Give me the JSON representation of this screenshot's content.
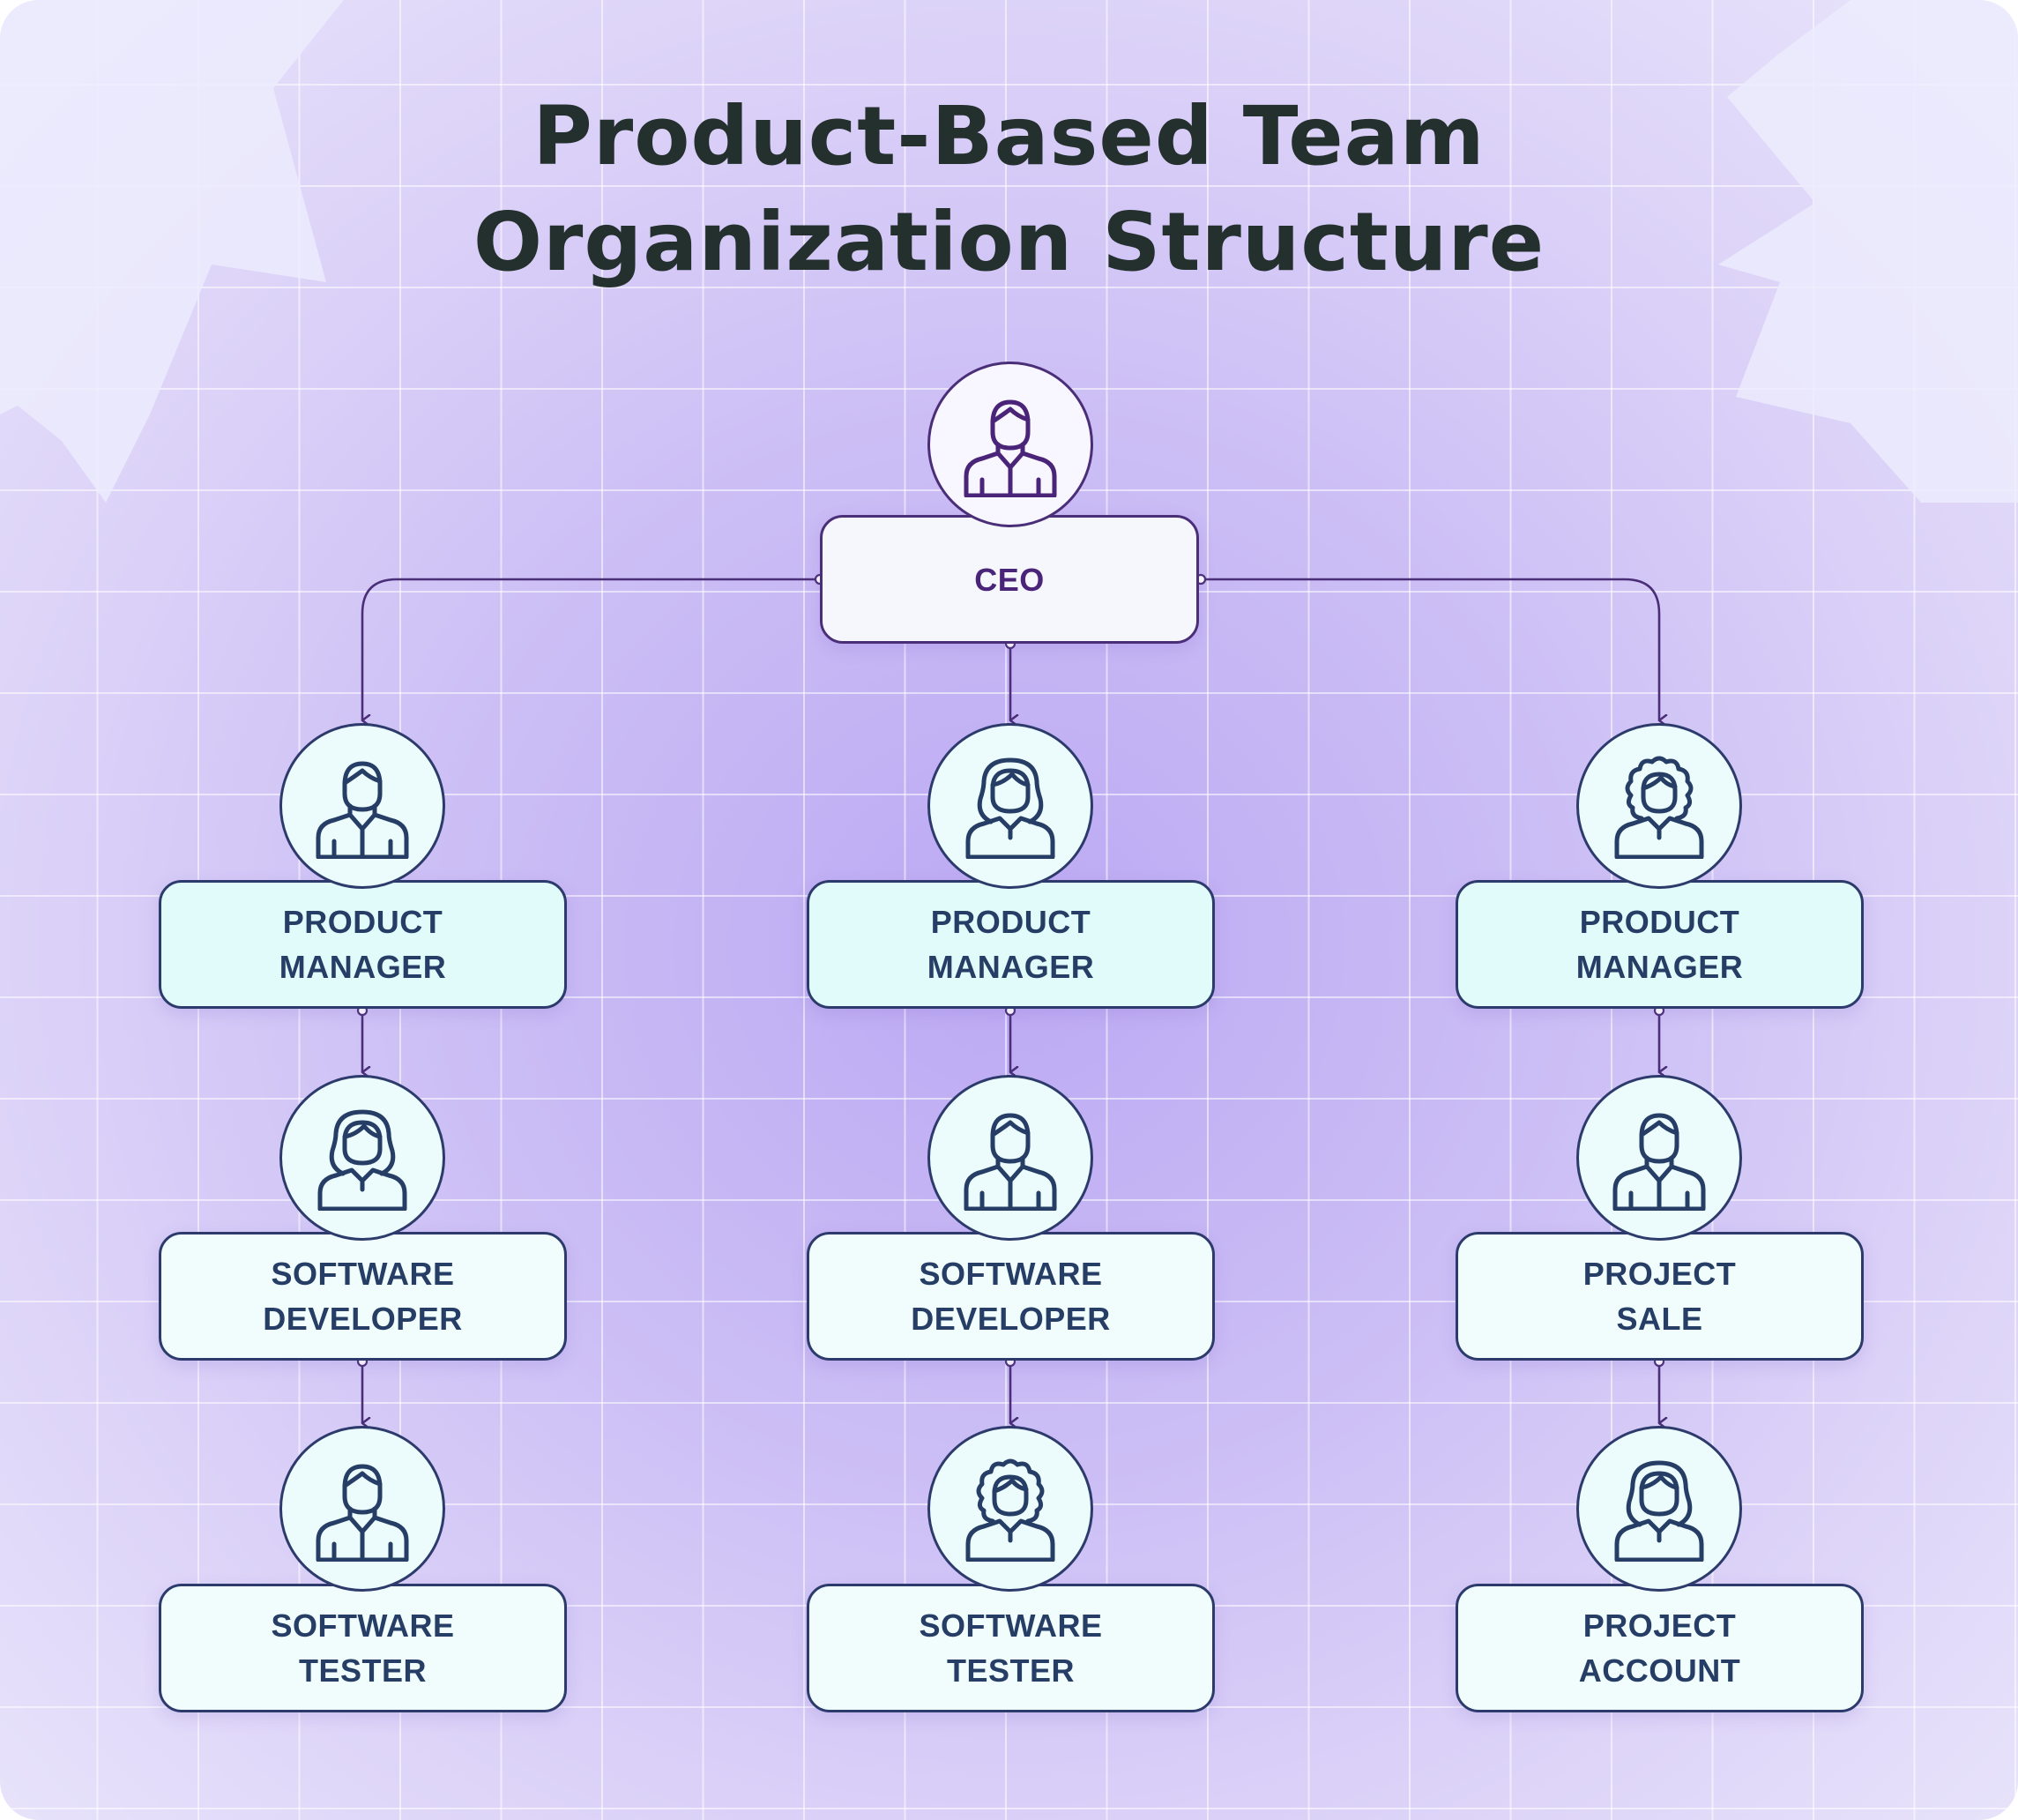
{
  "title": {
    "line1": "Product-Based Team",
    "line2": "Organization Structure"
  },
  "colors": {
    "line": "#4a2f78",
    "text": "#263e66",
    "ceo_text": "#4a2478",
    "title": "#23302d"
  },
  "ceo": {
    "label": "CEO",
    "icon": "man-icon"
  },
  "columns": [
    {
      "manager": {
        "line1": "PRODUCT",
        "line2": "MANAGER",
        "icon": "man-icon"
      },
      "member1": {
        "line1": "SOFTWARE",
        "line2": "DEVELOPER",
        "icon": "woman-long-hair-icon"
      },
      "member2": {
        "line1": "SOFTWARE",
        "line2": "TESTER",
        "icon": "man-icon"
      }
    },
    {
      "manager": {
        "line1": "PRODUCT",
        "line2": "MANAGER",
        "icon": "woman-long-hair-icon"
      },
      "member1": {
        "line1": "SOFTWARE",
        "line2": "DEVELOPER",
        "icon": "man-icon"
      },
      "member2": {
        "line1": "SOFTWARE",
        "line2": "TESTER",
        "icon": "woman-curly-hair-icon"
      }
    },
    {
      "manager": {
        "line1": "PRODUCT",
        "line2": "MANAGER",
        "icon": "woman-curly-hair-icon"
      },
      "member1": {
        "line1": "PROJECT",
        "line2": "SALE",
        "icon": "man-icon"
      },
      "member2": {
        "line1": "PROJECT",
        "line2": "ACCOUNT",
        "icon": "woman-long-hair-icon"
      }
    }
  ]
}
